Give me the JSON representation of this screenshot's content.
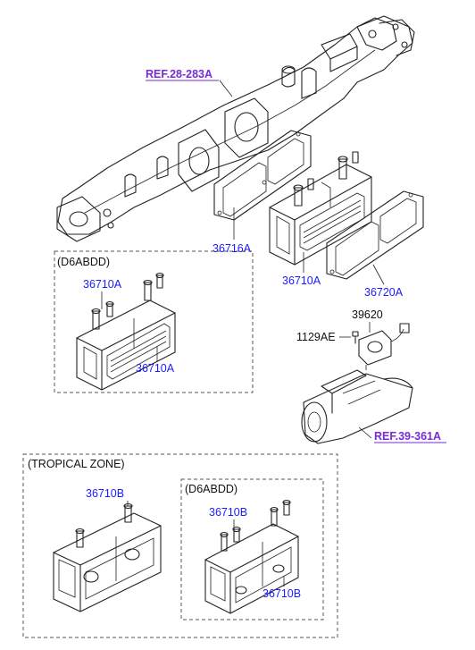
{
  "refs": {
    "ref_28_283a": "REF.28-283A",
    "ref_39_361a": "REF.39-361A"
  },
  "parts": {
    "p36716a": "36716A",
    "p36710a_main": "36710A",
    "p36720a": "36720A",
    "p39620": "39620",
    "p1129ae": "1129AE",
    "p36710a_box_top": "36710A",
    "p36710a_box_bottom": "36710A",
    "p36710b_tropical": "36710B",
    "p36710b_inner_top": "36710B",
    "p36710b_inner_bottom": "36710B"
  },
  "groups": {
    "d6abdd_upper": "(D6ABDD)",
    "tropical_zone": "(TROPICAL ZONE)",
    "d6abdd_lower": "(D6ABDD)"
  },
  "colors": {
    "part_number": "#1a1aff",
    "reference_link": "#7a2bd6",
    "line": "#222222"
  }
}
